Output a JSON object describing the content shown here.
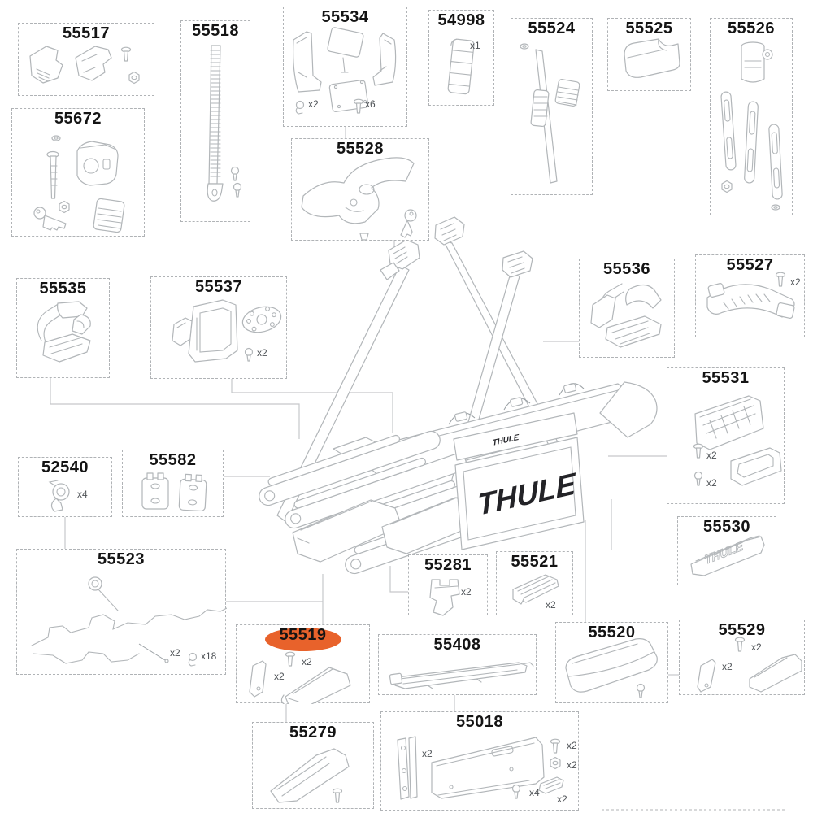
{
  "diagram": {
    "brand_plate_text": "THULE",
    "brand_plate_small_text": "THULE",
    "badge_text": "THULE",
    "highlight_color": "#e8622b",
    "line_color": "#b2b6b9",
    "connector_color": "#c6c8ca"
  },
  "boxes": [
    {
      "id": "55517",
      "label": "55517",
      "highlighted": false,
      "quantities": []
    },
    {
      "id": "55672",
      "label": "55672",
      "highlighted": false,
      "quantities": []
    },
    {
      "id": "55518",
      "label": "55518",
      "highlighted": false,
      "quantities": []
    },
    {
      "id": "55534",
      "label": "55534",
      "highlighted": false,
      "quantities": [
        {
          "text": "x2",
          "icon": "clip"
        },
        {
          "text": "x6",
          "icon": "screw"
        }
      ]
    },
    {
      "id": "54998",
      "label": "54998",
      "highlighted": false,
      "quantities": [
        {
          "text": "x1",
          "icon": "none"
        }
      ]
    },
    {
      "id": "55524",
      "label": "55524",
      "highlighted": false,
      "quantities": []
    },
    {
      "id": "55525",
      "label": "55525",
      "highlighted": false,
      "quantities": []
    },
    {
      "id": "55526",
      "label": "55526",
      "highlighted": false,
      "quantities": []
    },
    {
      "id": "55528",
      "label": "55528",
      "highlighted": false,
      "quantities": []
    },
    {
      "id": "55535",
      "label": "55535",
      "highlighted": false,
      "quantities": []
    },
    {
      "id": "55537",
      "label": "55537",
      "highlighted": false,
      "quantities": [
        {
          "text": "x2",
          "icon": "screw"
        }
      ]
    },
    {
      "id": "55536",
      "label": "55536",
      "highlighted": false,
      "quantities": []
    },
    {
      "id": "55527",
      "label": "55527",
      "highlighted": false,
      "quantities": [
        {
          "text": "x2",
          "icon": "screw"
        }
      ]
    },
    {
      "id": "55531",
      "label": "55531",
      "highlighted": false,
      "quantities": [
        {
          "text": "x2",
          "icon": "screw"
        },
        {
          "text": "x2",
          "icon": "bolt"
        }
      ]
    },
    {
      "id": "52540",
      "label": "52540",
      "highlighted": false,
      "quantities": [
        {
          "text": "x4",
          "icon": "none"
        }
      ]
    },
    {
      "id": "55582",
      "label": "55582",
      "highlighted": false,
      "quantities": []
    },
    {
      "id": "55530",
      "label": "55530",
      "highlighted": false,
      "quantities": []
    },
    {
      "id": "55523",
      "label": "55523",
      "highlighted": false,
      "quantities": [
        {
          "text": "x2",
          "icon": "rod"
        },
        {
          "text": "x18",
          "icon": "clip"
        }
      ]
    },
    {
      "id": "55281",
      "label": "55281",
      "highlighted": false,
      "quantities": [
        {
          "text": "x2",
          "icon": "none"
        }
      ]
    },
    {
      "id": "55521",
      "label": "55521",
      "highlighted": false,
      "quantities": [
        {
          "text": "x2",
          "icon": "none"
        }
      ]
    },
    {
      "id": "55519",
      "label": "55519",
      "highlighted": true,
      "quantities": [
        {
          "text": "x2",
          "icon": "screw"
        },
        {
          "text": "x2",
          "icon": "strip"
        }
      ]
    },
    {
      "id": "55408",
      "label": "55408",
      "highlighted": false,
      "quantities": []
    },
    {
      "id": "55520",
      "label": "55520",
      "highlighted": false,
      "quantities": []
    },
    {
      "id": "55529",
      "label": "55529",
      "highlighted": false,
      "quantities": [
        {
          "text": "x2",
          "icon": "screw"
        },
        {
          "text": "x2",
          "icon": "strip"
        }
      ]
    },
    {
      "id": "55279",
      "label": "55279",
      "highlighted": false,
      "quantities": []
    },
    {
      "id": "55018",
      "label": "55018",
      "highlighted": false,
      "quantities": [
        {
          "text": "x2",
          "icon": "hinge"
        },
        {
          "text": "x2",
          "icon": "screw"
        },
        {
          "text": "x2",
          "icon": "nut"
        },
        {
          "text": "x4",
          "icon": "bolt"
        },
        {
          "text": "x2",
          "icon": "wedge"
        }
      ]
    }
  ]
}
